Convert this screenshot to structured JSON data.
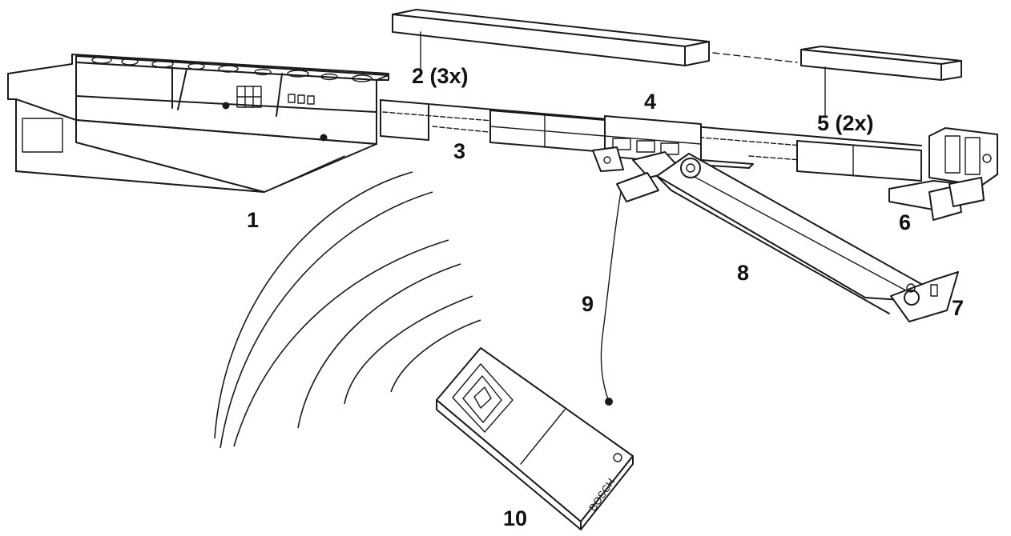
{
  "callouts": {
    "opener_unit": "1",
    "rail_section": "2 (3x)",
    "chain": "3",
    "carriage": "4",
    "rail_connector": "5 (2x)",
    "rail_end_bracket": "6",
    "door_bracket": "7",
    "door_arm": "8",
    "release_cord": "9",
    "remote_control": "10"
  },
  "remote_brand": "BOSCH",
  "colors": {
    "line": "#1a1a1a",
    "background": "#ffffff"
  }
}
